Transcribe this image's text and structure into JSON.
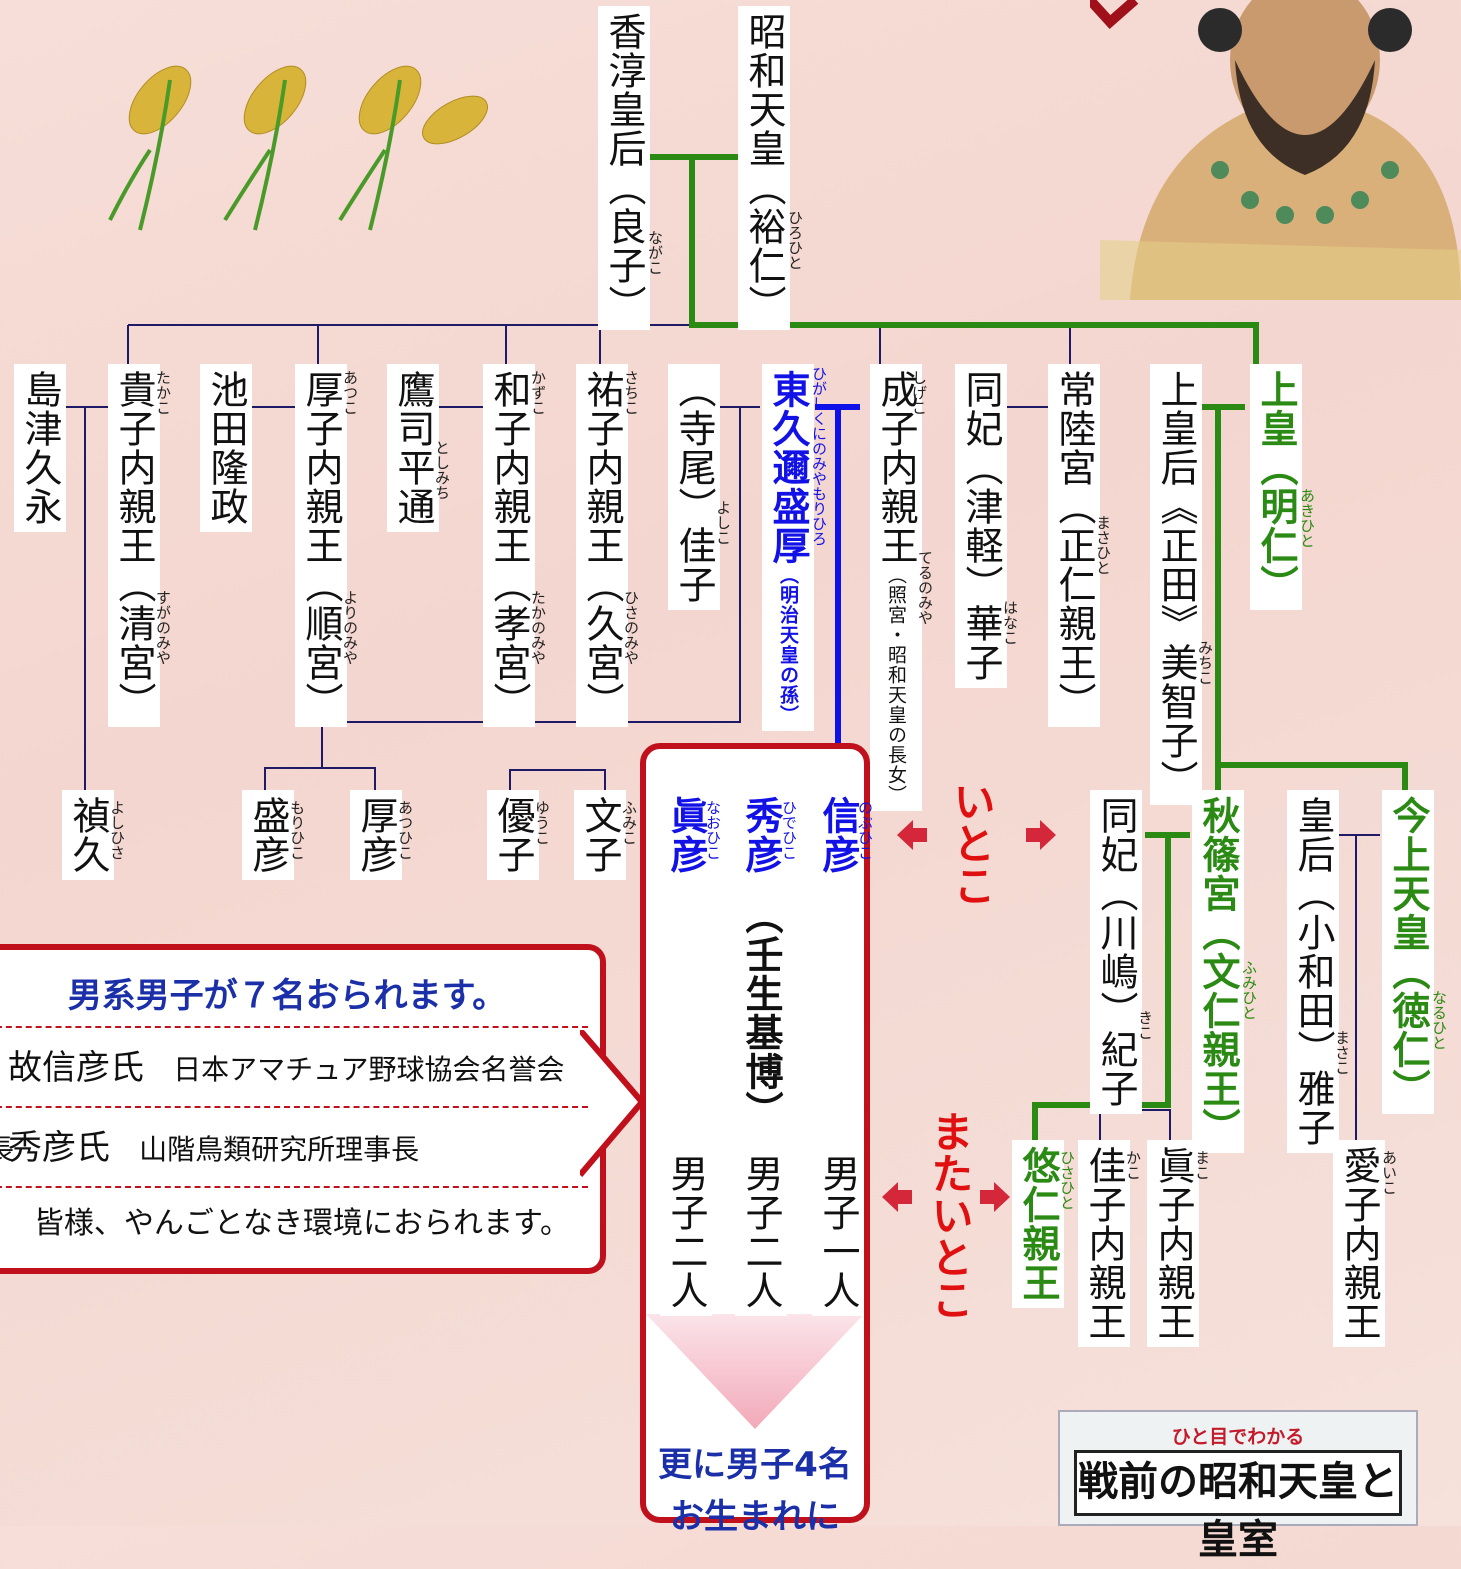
{
  "colors": {
    "blue": "#1212e6",
    "green": "#2b8a14",
    "red": "#e01010",
    "black": "#111111"
  },
  "people": {
    "showa": "昭和天皇（裕仁）",
    "showa_ruby": "ひろひと",
    "kojun": "香淳皇后（良子）",
    "kojun_ruby": "ながこ",
    "joko": "上皇（明仁）",
    "joko_ruby": "あきひと",
    "jokogo": "上皇后《正田》美智子）",
    "jokogo_ruby": "みちこ",
    "hitachi": "常陸宮（正仁親王）",
    "hitachi_ruby": "まさひと",
    "hitachi_wife": "同妃（津軽）華子",
    "hitachi_wife_ruby": "はなこ",
    "shigeko": "成子内親王",
    "shigeko_sub": "（照宮・昭和天皇の長女）",
    "shigeko_ruby": "しげこ",
    "shigeko_sub_ruby": "てるのみや",
    "morihiro": "東久邇盛厚",
    "morihiro_sub": "（明治天皇の孫）",
    "morihiro_ruby": "ひがしくにのみやもりひろ",
    "yoshiko_terao": "（寺尾）佳子",
    "yoshiko_terao_ruby": "よしこ",
    "sachiko": "祐子内親王（久宮）",
    "sachiko_ruby": "さちこ",
    "sachiko_ruby2": "ひさのみや",
    "kazuko": "和子内親王（孝宮）",
    "kazuko_ruby": "かずこ",
    "kazuko_ruby2": "たかのみや",
    "takatsukasa": "鷹司平通",
    "takatsukasa_ruby": "としみち",
    "atsuko": "厚子内親王（順宮）",
    "atsuko_ruby": "あつこ",
    "atsuko_ruby2": "よりのみや",
    "ikeda": "池田隆政",
    "takako": "貴子内親王（清宮）",
    "takako_ruby": "たかこ",
    "takako_ruby2": "すがのみや",
    "shimazu": "島津久永",
    "yoshihisa": "禎久",
    "yoshihisa_ruby": "よしひさ",
    "morihiko": "盛彦",
    "morihiko_ruby": "もりひこ",
    "atsuhiko": "厚彦",
    "atsuhiko_ruby": "あつひこ",
    "yuko": "優子",
    "yuko_ruby": "ゆうこ",
    "fumiko": "文子",
    "fumiko_ruby": "ふみこ",
    "naohiko": "眞彦",
    "naohiko_ruby": "なおひこ",
    "hidehiko": "秀彦",
    "hidehiko_sub": "（壬生基博）",
    "hidehiko_ruby": "ひでひこ",
    "nobuhiko": "信彦",
    "nobuhiko_ruby": "のぶひこ",
    "emperor": "今上天皇（徳仁）",
    "emperor_ruby": "なるひと",
    "empress": "皇后（小和田）雅子",
    "empress_ruby": "まさこ",
    "akishino": "秋篠宮（文仁親王）",
    "akishino_ruby": "ふみひと",
    "akishino_wife": "同妃（川嶋）紀子",
    "akishino_wife_ruby": "きこ",
    "aiko": "愛子内親王",
    "aiko_ruby": "あいこ",
    "mako": "眞子内親王",
    "mako_ruby": "まこ",
    "kako": "佳子内親王",
    "kako_ruby": "かこ",
    "hisahito": "悠仁親王",
    "hisahito_ruby": "ひさひと"
  },
  "sons": {
    "naohiko": "男子二人",
    "hidehiko": "男子二人",
    "nobuhiko": "男子一人"
  },
  "relations": {
    "itoko": "いとこ",
    "mataitoko": "またいとこ"
  },
  "callout": {
    "title": "男系男子が７名おられます。",
    "row1_name": "故信彦氏",
    "row1_desc": "日本アマチュア野球協会名誉会長",
    "row2_name": "秀彦氏",
    "row2_desc": "山階鳥類研究所理事長",
    "row3": "皆様、やんごとなき環境におられます。"
  },
  "more": {
    "line1": "更に男子4名",
    "line2": "お生まれに"
  },
  "book": {
    "subtitle": "ひと目でわかる",
    "title": "戦前の昭和天皇と皇室"
  }
}
